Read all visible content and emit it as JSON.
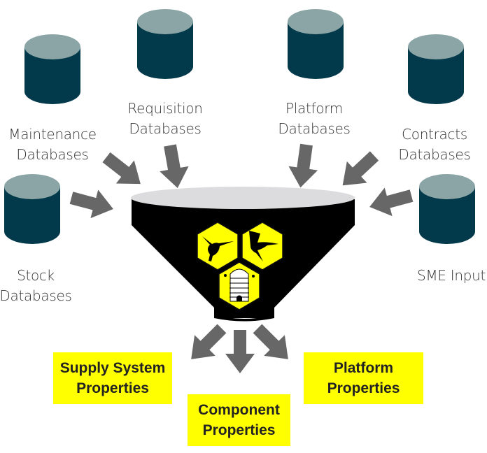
{
  "colors": {
    "db_top": "#8ba5a6",
    "db_body": "#033a4b",
    "arrow": "#676767",
    "funnel_body": "#000000",
    "funnel_rim": "#dcdcde",
    "hex_fill": "#ffff00",
    "output_box": "#ffff00",
    "label_text": "#333333"
  },
  "sources": [
    {
      "id": "maintenance",
      "line1": "Maintenance",
      "line2": "Databases",
      "icon": "database-icon"
    },
    {
      "id": "requisition",
      "line1": "Requisition",
      "line2": "Databases",
      "icon": "database-icon"
    },
    {
      "id": "platform",
      "line1": "Platform",
      "line2": "Databases",
      "icon": "database-icon"
    },
    {
      "id": "contracts",
      "line1": "Contracts",
      "line2": "Databases",
      "icon": "database-icon"
    },
    {
      "id": "stock",
      "line1": "Stock",
      "line2": "Databases",
      "icon": "database-icon"
    },
    {
      "id": "sme",
      "line1": "SME Input",
      "line2": "",
      "icon": "database-icon"
    }
  ],
  "funnel": {
    "icons": [
      "hummingbird-icon",
      "swordfish-icon",
      "beehive-icon"
    ]
  },
  "outputs": [
    {
      "id": "supply-system",
      "line1": "Supply System",
      "line2": "Properties"
    },
    {
      "id": "component",
      "line1": "Component",
      "line2": "Properties"
    },
    {
      "id": "platform",
      "line1": "Platform",
      "line2": "Properties"
    }
  ]
}
